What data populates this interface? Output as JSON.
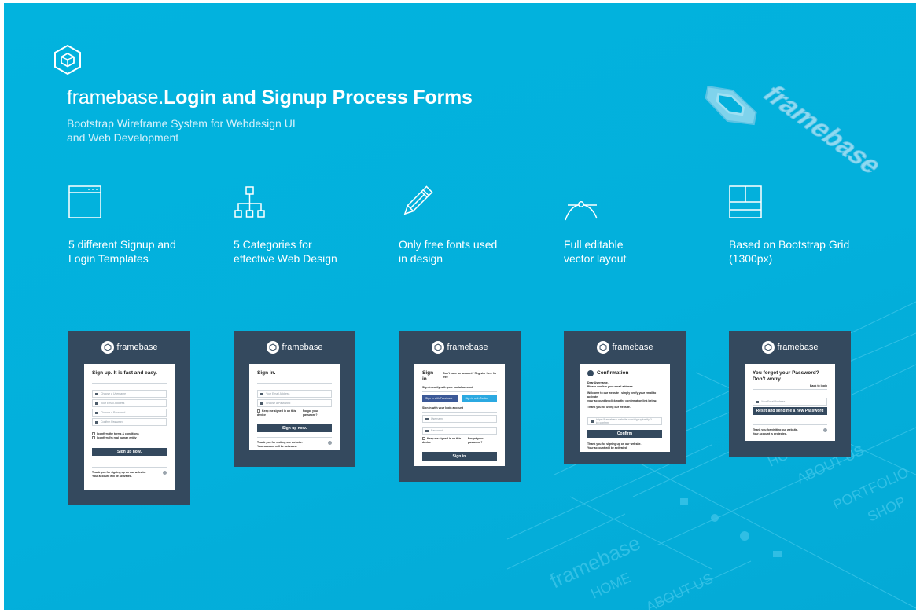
{
  "colors": {
    "background": "#03b0dc",
    "card": "#34495e",
    "panel": "#ffffff",
    "facebook": "#3b5998",
    "twitter": "#2ba9e1"
  },
  "header": {
    "logo_icon": "hexagon-cube-icon",
    "title_light": "framebase.",
    "title_bold": "Login and Signup Process Forms",
    "subtitle_line1": "Bootstrap Wireframe System for  Webdesign UI",
    "subtitle_line2": "and Web Development"
  },
  "iso_logo": {
    "text": "framebase",
    "icon": "hexagon-cube-icon"
  },
  "features": [
    {
      "icon": "browser-window-icon",
      "line1": "5 different Signup and",
      "line2": "Login Templates"
    },
    {
      "icon": "sitemap-icon",
      "line1": "5 Categories for",
      "line2": "effective Web Design"
    },
    {
      "icon": "pencil-icon",
      "line1": "Only free fonts used",
      "line2": "in design"
    },
    {
      "icon": "bezier-curve-icon",
      "line1": "Full editable",
      "line2": "vector layout"
    },
    {
      "icon": "grid-layout-icon",
      "line1": "Based on Bootstrap Grid",
      "line2": "(1300px)"
    }
  ],
  "cards": {
    "brand": "framebase",
    "signup": {
      "title": "Sign up. It is fast and easy.",
      "fields": [
        "Choose a Username",
        "Your Email Address",
        "Choose a Password",
        "Confirm Password"
      ],
      "check1": "I confirm the terms & conditions",
      "check2": "I confirm I'm real human entity",
      "button": "Sign up now.",
      "footer1": "Thank you for signing up on our website.",
      "footer2": "Your account will be activated."
    },
    "signin": {
      "title": "Sign in.",
      "fields": [
        "Your Email Address",
        "Choose a Password"
      ],
      "remember": "Keep me signed in on this device",
      "forgot": "Forgot your password?",
      "button": "Sign up now.",
      "footer1": "Thank you for visiting our website.",
      "footer2": "Your account will be activated."
    },
    "social": {
      "title": "Sign in.",
      "note": "Don't have an account? Register here for free",
      "social_label": "Sign in easily with your social account",
      "facebook": "Sign in with Facebook",
      "twitter": "Sign in with Twitter",
      "account_label": "Sign in with your login account",
      "fields": [
        "Username",
        "Password"
      ],
      "remember": "Keep me signed in on this device",
      "forgot": "Forgot your password?",
      "button": "Sign in."
    },
    "confirm": {
      "title": "Confirmation",
      "greeting": "Dear Username,",
      "line1": "Please confirm your email address.",
      "line2": "Welcome to our website - simply verify your email to activate",
      "line3": "your account by clicking the confirmation link below.",
      "line4": "Thank you for using our website.",
      "link": "https://framebase.website.com/signup/verify/?id=confirm",
      "button": "Confirm",
      "footer1": "Thank you for signing up on our website.",
      "footer2": "Your account will be activated."
    },
    "forgot": {
      "title1": "You forgot your Password?",
      "title2": "Don't worry.",
      "back": "Back to login",
      "field": "Your Email Address",
      "button": "Reset and send me a new Password",
      "footer1": "Thank you for visiting our website.",
      "footer2": "Your account is protected."
    }
  },
  "background_wireframe": {
    "nav_items": [
      "HOME",
      "ABOUT US",
      "PORTFOLIO",
      "SHOP"
    ],
    "logo_text": "framebase"
  }
}
